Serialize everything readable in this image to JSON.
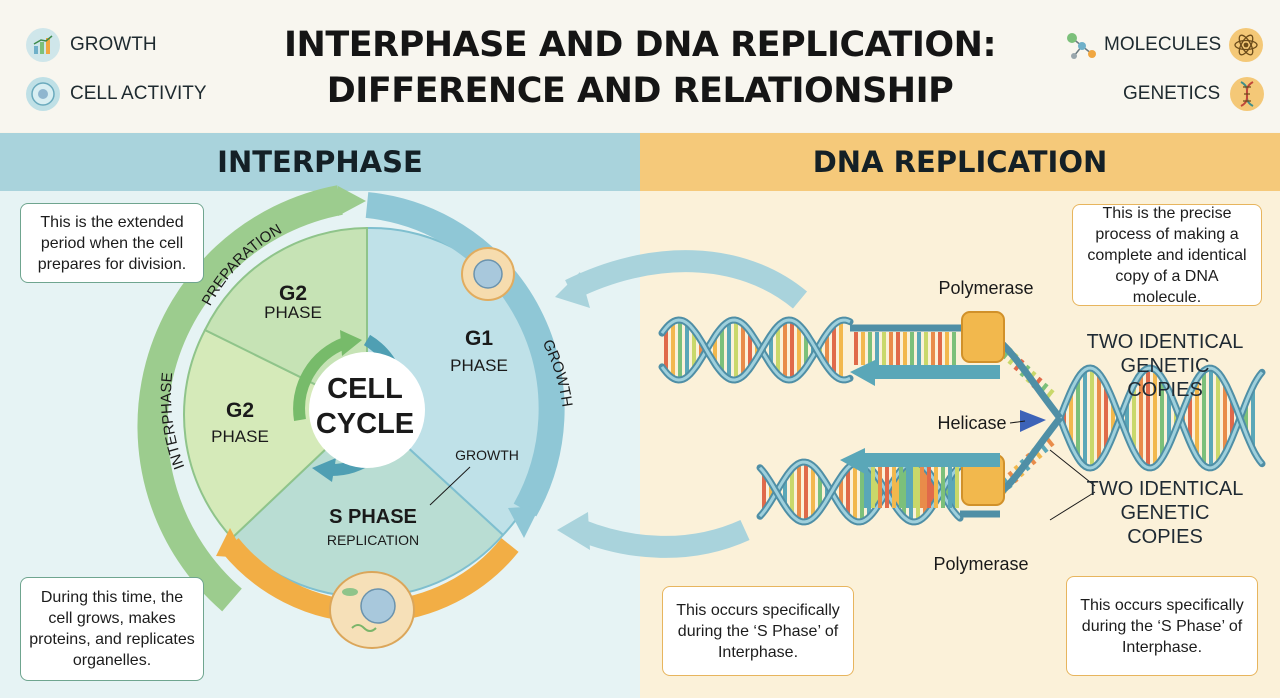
{
  "title": {
    "line1": "INTERPHASE AND DNA REPLICATION:",
    "line2": "DIFFERENCE AND RELATIONSHIP"
  },
  "categories": {
    "growth": {
      "label": "GROWTH",
      "icon": "growth-chart-icon"
    },
    "cell_activity": {
      "label": "CELL ACTIVITY",
      "icon": "cell-icon"
    },
    "molecules": {
      "label": "MOLECULES",
      "icon": "molecule-icon"
    },
    "genetics": {
      "label": "GENETICS",
      "icon": "dna-icon"
    }
  },
  "interphase": {
    "heading": "INTERPHASE",
    "note_top": "This is the extended period when the cell prepares for division.",
    "note_bottom": "During this time, the cell grows, makes proteins, and replicates organelles.",
    "cycle_center": {
      "line1": "CELL",
      "line2": "CYCLE"
    },
    "arc_labels": {
      "preparation": "PREPARATION",
      "interphase": "INTERPHASE",
      "growth_arc": "GROWTH"
    },
    "phases": {
      "g2_top": {
        "name": "G2",
        "sub": "PHASE"
      },
      "g2_left": {
        "name": "G2",
        "sub": "PHASE"
      },
      "g1": {
        "name": "G1",
        "sub": "PHASE"
      },
      "s": {
        "name": "S PHASE",
        "sub": "REPLICATION"
      }
    },
    "growth_callout": "GROWTH"
  },
  "dna_replication": {
    "heading": "DNA REPLICATION",
    "note_top": "This is the precise process of making a complete and identical copy of a DNA molecule.",
    "note_bottom_left": "This occurs specifically during the ‘S Phase’ of Interphase.",
    "note_bottom_right": "This occurs specifically during the ‘S Phase’ of Interphase.",
    "labels": {
      "polymerase_top": "Polymerase",
      "polymerase_bottom": "Polymerase",
      "helicase": "Helicase",
      "copies_top": "TWO IDENTICAL GENETIC COPIES",
      "copies_bottom": "TWO IDENTICAL GENETIC COPIES"
    }
  },
  "colors": {
    "teal": "#7fbfcf",
    "green": "#8fc48a",
    "orange": "#f2ae45",
    "band_left": "#a9d3dc",
    "band_right": "#f5c97a"
  }
}
